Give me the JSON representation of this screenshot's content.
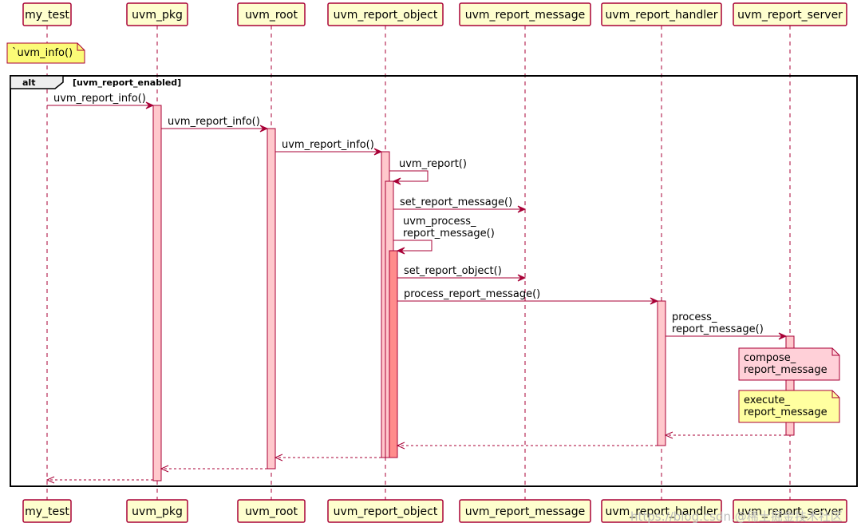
{
  "participants": [
    "my_test",
    "uvm_pkg",
    "uvm_root",
    "uvm_report_object",
    "uvm_report_message",
    "uvm_report_handler",
    "uvm_report_server"
  ],
  "note_top": "`uvm_info()",
  "fragment": {
    "keyword": "alt",
    "guard": "[uvm_report_enabled]"
  },
  "messages": [
    {
      "from": "my_test",
      "to": "uvm_pkg",
      "label": [
        "uvm_report_info()"
      ],
      "kind": "sync"
    },
    {
      "from": "uvm_pkg",
      "to": "uvm_root",
      "label": [
        "uvm_report_info()"
      ],
      "kind": "sync"
    },
    {
      "from": "uvm_root",
      "to": "uvm_report_object",
      "label": [
        "uvm_report_info()"
      ],
      "kind": "sync"
    },
    {
      "from": "uvm_report_object",
      "to": "uvm_report_object",
      "label": [
        "uvm_report()"
      ],
      "kind": "self"
    },
    {
      "from": "uvm_report_object",
      "to": "uvm_report_message",
      "label": [
        "set_report_message()"
      ],
      "kind": "sync"
    },
    {
      "from": "uvm_report_object",
      "to": "uvm_report_object",
      "label": [
        "uvm_process_",
        "report_message()"
      ],
      "kind": "self"
    },
    {
      "from": "uvm_report_object",
      "to": "uvm_report_message",
      "label": [
        "set_report_object()"
      ],
      "kind": "sync"
    },
    {
      "from": "uvm_report_object",
      "to": "uvm_report_handler",
      "label": [
        "process_report_message()"
      ],
      "kind": "sync"
    },
    {
      "from": "uvm_report_handler",
      "to": "uvm_report_server",
      "label": [
        "process_",
        "report_message()"
      ],
      "kind": "sync"
    },
    {
      "from": "uvm_report_server",
      "to": "uvm_report_handler",
      "label": [],
      "kind": "return"
    },
    {
      "from": "uvm_report_handler",
      "to": "uvm_report_object",
      "label": [],
      "kind": "return"
    },
    {
      "from": "uvm_report_object",
      "to": "uvm_root",
      "label": [],
      "kind": "return"
    },
    {
      "from": "uvm_root",
      "to": "uvm_pkg",
      "label": [],
      "kind": "return"
    },
    {
      "from": "uvm_pkg",
      "to": "my_test",
      "label": [],
      "kind": "return"
    }
  ],
  "notes": [
    {
      "lines": [
        "compose_",
        "report_message"
      ],
      "color": "#FFD0D8"
    },
    {
      "lines": [
        "execute_",
        "report_message"
      ],
      "color": "#FFFFA0"
    }
  ],
  "watermark": "https://blog.csdn.@稀土掘金技术社区",
  "colors": {
    "participant_fill": "#FEFECE",
    "participant_border": "#A80036",
    "lifeline": "#A80036",
    "activation_fill": "#FFC8CC",
    "activation_deep_fill": "#FF8C8C",
    "arrow": "#A80036",
    "note_fill": "#FBFB77",
    "fragment_border": "#000000",
    "fragment_tab_fill": "#EEEEEE"
  }
}
